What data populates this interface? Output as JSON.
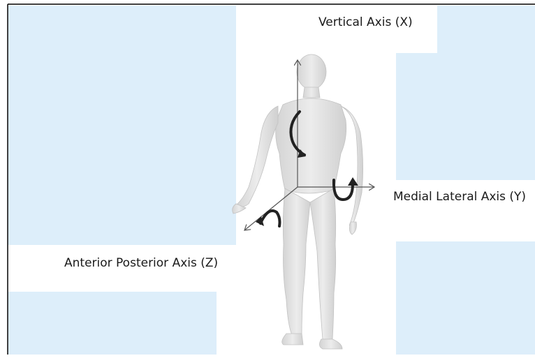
{
  "diagram": {
    "labels": {
      "vertical_axis": "Vertical Axis (X)",
      "medial_lateral_axis": "Medial Lateral Axis (Y)",
      "anterior_posterior_axis": "Anterior Posterior Axis (Z)"
    },
    "colors": {
      "panel_background": "#ddeefa",
      "page_background": "#ffffff",
      "figure_fill": "#e4e4e4",
      "figure_shade": "#cfcfcf",
      "axis_line": "#555555",
      "rotation_arrow": "#222222",
      "frame": "#000000"
    },
    "icons": [
      "human-figure",
      "rotation-arrow-icon"
    ]
  }
}
